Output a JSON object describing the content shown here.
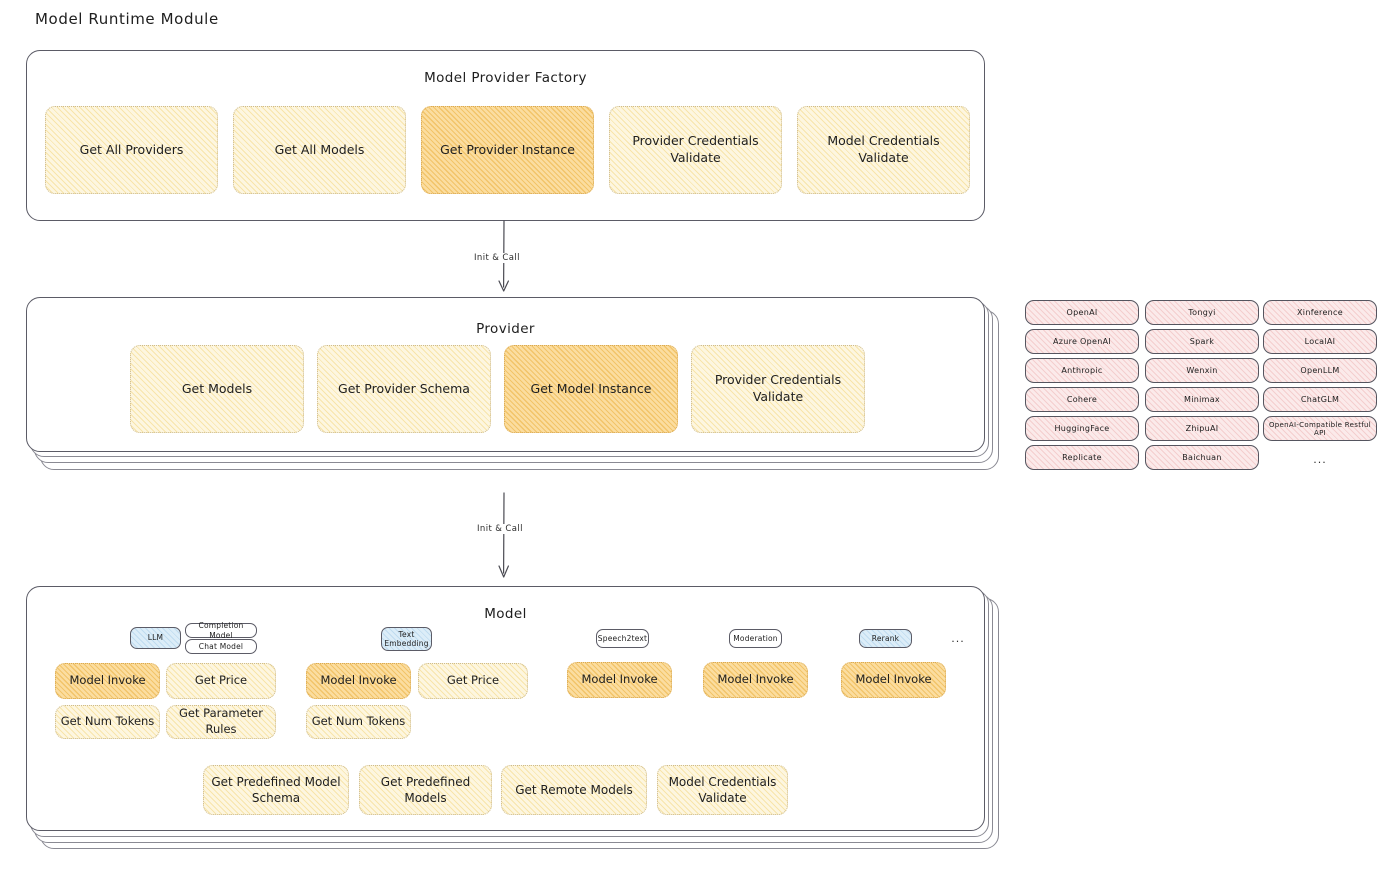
{
  "page": {
    "title": "Model Runtime Module"
  },
  "colors": {
    "accent_strong": "#fbdda0",
    "accent_light": "#fdf6e0",
    "badge_blue": "#dcedf8",
    "pill_pink": "#fbeaea",
    "stroke": "#5b5b66"
  },
  "factory": {
    "title": "Model Provider Factory",
    "items": [
      {
        "label": "Get All Providers",
        "highlight": false
      },
      {
        "label": "Get All Models",
        "highlight": false
      },
      {
        "label": "Get Provider Instance",
        "highlight": true
      },
      {
        "label": "Provider Credentials Validate",
        "highlight": false
      },
      {
        "label": "Model Credentials Validate",
        "highlight": false
      }
    ]
  },
  "arrow1": {
    "label": "Init & Call"
  },
  "provider": {
    "title": "Provider",
    "items": [
      {
        "label": "Get Models",
        "highlight": false
      },
      {
        "label": "Get Provider Schema",
        "highlight": false
      },
      {
        "label": "Get Model Instance",
        "highlight": true
      },
      {
        "label": "Provider Credentials Validate",
        "highlight": false
      }
    ]
  },
  "provider_list": {
    "columns": [
      {
        "items": [
          "OpenAI",
          "Azure OpenAI",
          "Anthropic",
          "Cohere",
          "HuggingFace",
          "Replicate"
        ]
      },
      {
        "items": [
          "Tongyi",
          "Spark",
          "Wenxin",
          "Minimax",
          "ZhipuAI",
          "Baichuan"
        ]
      },
      {
        "items": [
          "Xinference",
          "LocalAI",
          "OpenLLM",
          "ChatGLM",
          "OpenAI-Compatible Restful API"
        ]
      }
    ],
    "more": "..."
  },
  "arrow2": {
    "label": "Init & Call"
  },
  "model": {
    "title": "Model",
    "more": "...",
    "types": [
      {
        "name": "LLM",
        "blue": true,
        "subtypes": [
          "Completion Model",
          "Chat Model"
        ],
        "methods": [
          {
            "label": "Model Invoke",
            "highlight": true
          },
          {
            "label": "Get Price",
            "highlight": false
          },
          {
            "label": "Get Num Tokens",
            "highlight": false
          },
          {
            "label": "Get Parameter Rules",
            "highlight": false
          }
        ]
      },
      {
        "name": "Text Embedding",
        "blue": true,
        "subtypes": [],
        "methods": [
          {
            "label": "Model Invoke",
            "highlight": true
          },
          {
            "label": "Get Price",
            "highlight": false
          },
          {
            "label": "Get Num Tokens",
            "highlight": false
          }
        ]
      },
      {
        "name": "Speech2text",
        "blue": false,
        "subtypes": [],
        "methods": [
          {
            "label": "Model Invoke",
            "highlight": true
          }
        ]
      },
      {
        "name": "Moderation",
        "blue": false,
        "subtypes": [],
        "methods": [
          {
            "label": "Model Invoke",
            "highlight": true
          }
        ]
      },
      {
        "name": "Rerank",
        "blue": true,
        "subtypes": [],
        "methods": [
          {
            "label": "Model Invoke",
            "highlight": true
          }
        ]
      }
    ],
    "common_methods": [
      "Get Predefined Model Schema",
      "Get Predefined Models",
      "Get Remote Models",
      "Model Credentials Validate"
    ]
  }
}
